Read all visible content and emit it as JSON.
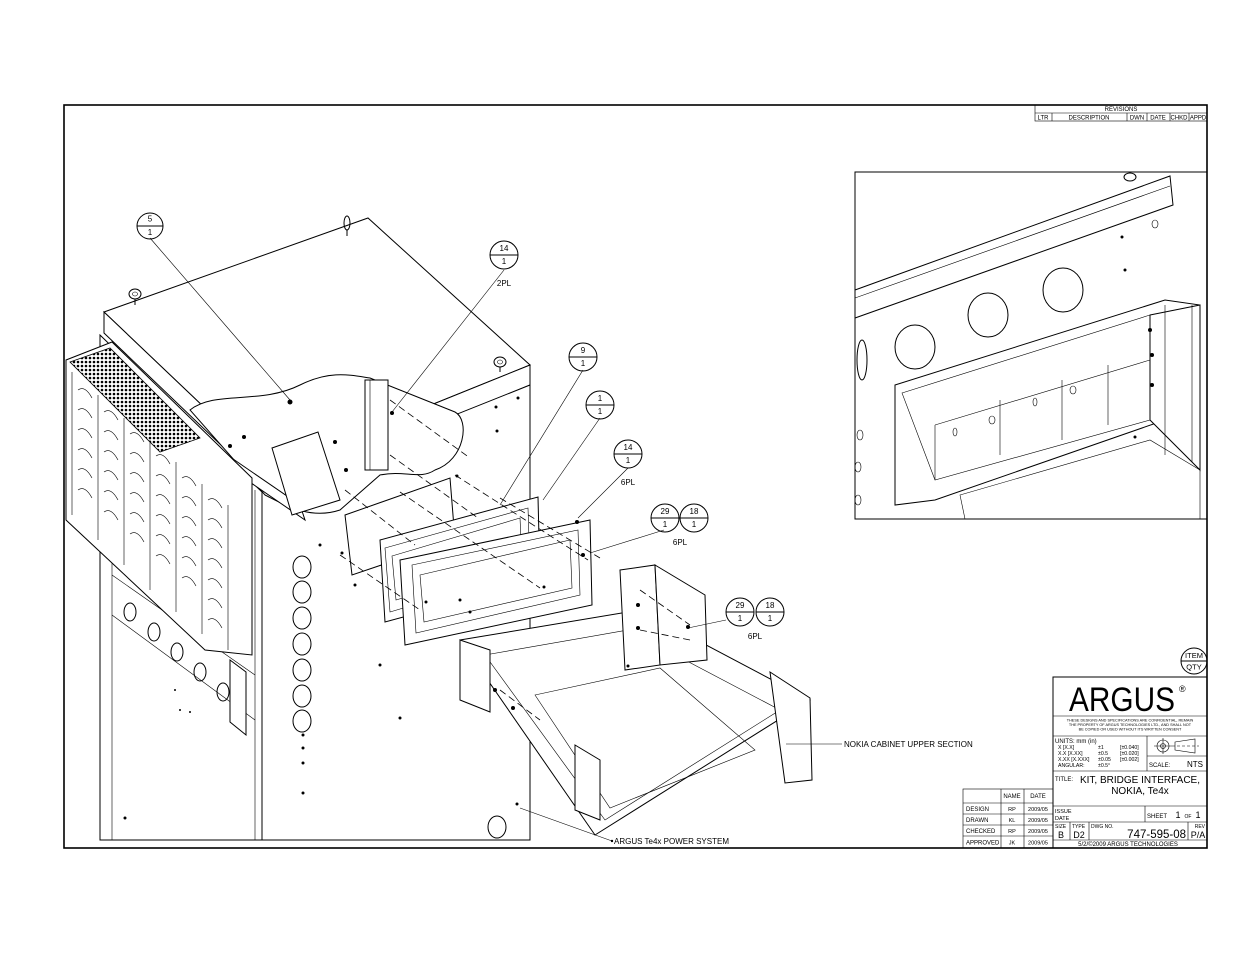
{
  "revisions": {
    "title": "REVISIONS",
    "columns": [
      "LTR",
      "DESCRIPTION",
      "DWN",
      "DATE",
      "CHKD",
      "APPD"
    ]
  },
  "balloons": [
    {
      "item": "5",
      "qty": "1",
      "note": ""
    },
    {
      "item": "14",
      "qty": "1",
      "note": "2PL"
    },
    {
      "item": "9",
      "qty": "1",
      "note": ""
    },
    {
      "item": "1",
      "qty": "1",
      "note": ""
    },
    {
      "item": "14",
      "qty": "1",
      "note": "6PL"
    },
    {
      "item": "29",
      "qty": "1",
      "note": ""
    },
    {
      "item": "18",
      "qty": "1",
      "note": "6PL"
    },
    {
      "item": "29",
      "qty": "1",
      "note": ""
    },
    {
      "item": "18",
      "qty": "1",
      "note": "6PL"
    }
  ],
  "callouts": {
    "upper": "NOKIA CABINET UPPER SECTION",
    "power": "ARGUS Te4x POWER SYSTEM"
  },
  "item_legend": {
    "item": "ITEM",
    "qty": "QTY"
  },
  "title_block": {
    "logo": "ARGUS",
    "logo_mark": "®",
    "confidential": [
      "THESE DESIGNS AND SPECIFICATIONS ARE CONFIDENTIAL, REMAIN",
      "THE PROPERTY OF ARGUS TECHNOLOGIES LTD., AND SHALL NOT",
      "BE COPIED OR USED WITHOUT ITS WRITTEN CONSENT"
    ],
    "units": "UNITS: mm (in)",
    "tolerances": [
      {
        "format": "X [X.X]",
        "mm": "±1",
        "inch": "[±0.040]"
      },
      {
        "format": "X.X [X.XX]",
        "mm": "±0.5",
        "inch": "[±0.020]"
      },
      {
        "format": "X.XX [X.XXX]",
        "mm": "±0.05",
        "inch": "[±0.002]"
      },
      {
        "format": "ANGULAR:",
        "mm": "±0.5°",
        "inch": ""
      }
    ],
    "scale_label": "SCALE:",
    "scale": "NTS",
    "title_label": "TITLE:",
    "title_line1": "KIT, BRIDGE INTERFACE,",
    "title_line2": "NOKIA, Te4x",
    "issue_label": "ISSUE",
    "date_label": "DATE",
    "sheet_label": "SHEET",
    "sheet_num": "1",
    "sheet_of": "OF",
    "sheet_total": "1",
    "size_label": "SIZE",
    "type_label": "TYPE",
    "dwg_label": "DWG NO.",
    "rev_label": "REV",
    "size": "B",
    "type": "D2",
    "dwg_no": "747-595-08",
    "rev": "P/A",
    "footer": "5/2/©2009 ARGUS TECHNOLOGIES"
  },
  "signoff": {
    "headers": [
      "NAME",
      "DATE"
    ],
    "rows": [
      {
        "role": "DESIGN",
        "name": "RP",
        "date": "2009/05"
      },
      {
        "role": "DRAWN",
        "name": "KL",
        "date": "2009/05"
      },
      {
        "role": "CHECKED",
        "name": "RP",
        "date": "2009/05"
      },
      {
        "role": "APPROVED",
        "name": "JK",
        "date": "2009/05"
      }
    ]
  }
}
